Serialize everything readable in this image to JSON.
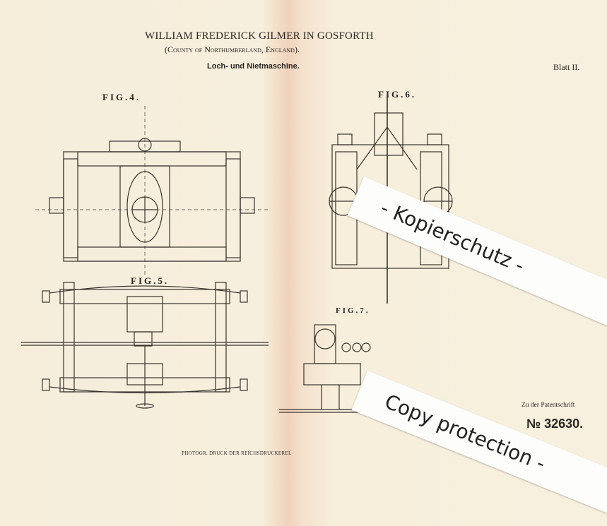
{
  "header": {
    "inventor": "WILLIAM FREDERICK GILMER IN GOSFORTH",
    "location": "(County of Northumberland, England).",
    "title": "Loch- und Nietmaschine.",
    "sheet": "Blatt II."
  },
  "figures": [
    {
      "label": "FIG.4."
    },
    {
      "label": "FIG.5."
    },
    {
      "label": "FIG.6."
    },
    {
      "label": "FIG.7."
    }
  ],
  "footer": {
    "patent_ref": "Zu der Patentschrift",
    "patent_number": "№ 32630.",
    "printer": "PHOTOGR. DRUCK DER REICHSDRUCKEREI."
  },
  "watermarks": {
    "strip1": "- Kopierschutz -",
    "strip2": "Copy protection -"
  }
}
